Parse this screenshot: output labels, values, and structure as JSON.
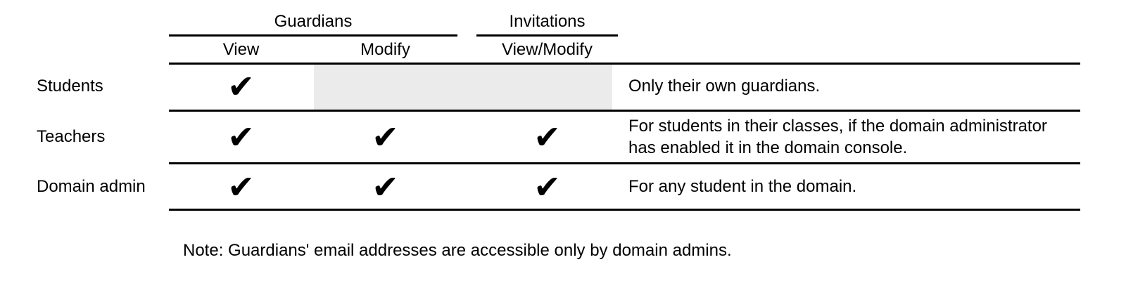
{
  "table": {
    "column_groups": [
      {
        "label": "Guardians",
        "subcolumns": [
          "View",
          "Modify"
        ]
      },
      {
        "label": "Invitations",
        "subcolumns": [
          "View/Modify"
        ]
      }
    ],
    "rows": [
      {
        "role": "Students",
        "checks": [
          "✔",
          "",
          ""
        ],
        "disabled_region": true,
        "note": "Only their own guardians."
      },
      {
        "role": "Teachers",
        "checks": [
          "✔",
          "✔",
          "✔"
        ],
        "disabled_region": false,
        "note": "For students in their classes, if the domain administrator has enabled it in the domain console."
      },
      {
        "role": "Domain admin",
        "checks": [
          "✔",
          "✔",
          "✔"
        ],
        "disabled_region": false,
        "note": "For any student in the domain."
      }
    ]
  },
  "footnote": "Note: Guardians' email addresses are accessible only by domain admins.",
  "colors": {
    "background": "#ffffff",
    "text": "#000000",
    "rule": "#000000",
    "disabled_cell_bg": "#ebebeb"
  }
}
